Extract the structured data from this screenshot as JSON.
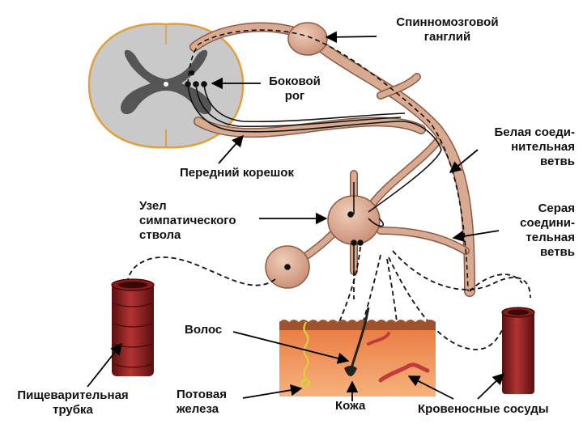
{
  "labels": {
    "spinal_ganglion": [
      "Спинномозговой",
      "ганглий"
    ],
    "lateral_horn": [
      "Боковой",
      "рог"
    ],
    "anterior_root": "Передний корешок",
    "white_ramus": [
      "Белая соеди-",
      "нительная",
      "ветвь"
    ],
    "gray_ramus": [
      "Серая",
      "соедини-",
      "тельная",
      "ветвь"
    ],
    "sympathetic_node": [
      "Узел",
      "симпатического",
      "ствола"
    ],
    "hair": "Волос",
    "digestive_tube": [
      "Пищеварительная",
      "трубка"
    ],
    "sweat_gland": [
      "Потовая",
      "железа"
    ],
    "skin": "Кожа",
    "blood_vessels": "Кровеносные сосуды"
  },
  "colors": {
    "nerve_fill": "#d9aa92",
    "nerve_stroke": "#8a5a44",
    "cord_outline": "#e0a040",
    "gray_matter": "#555555",
    "skin_top": "#a0522d",
    "skin_body": "#f2a06a",
    "vessel": "#8b1a1a"
  }
}
